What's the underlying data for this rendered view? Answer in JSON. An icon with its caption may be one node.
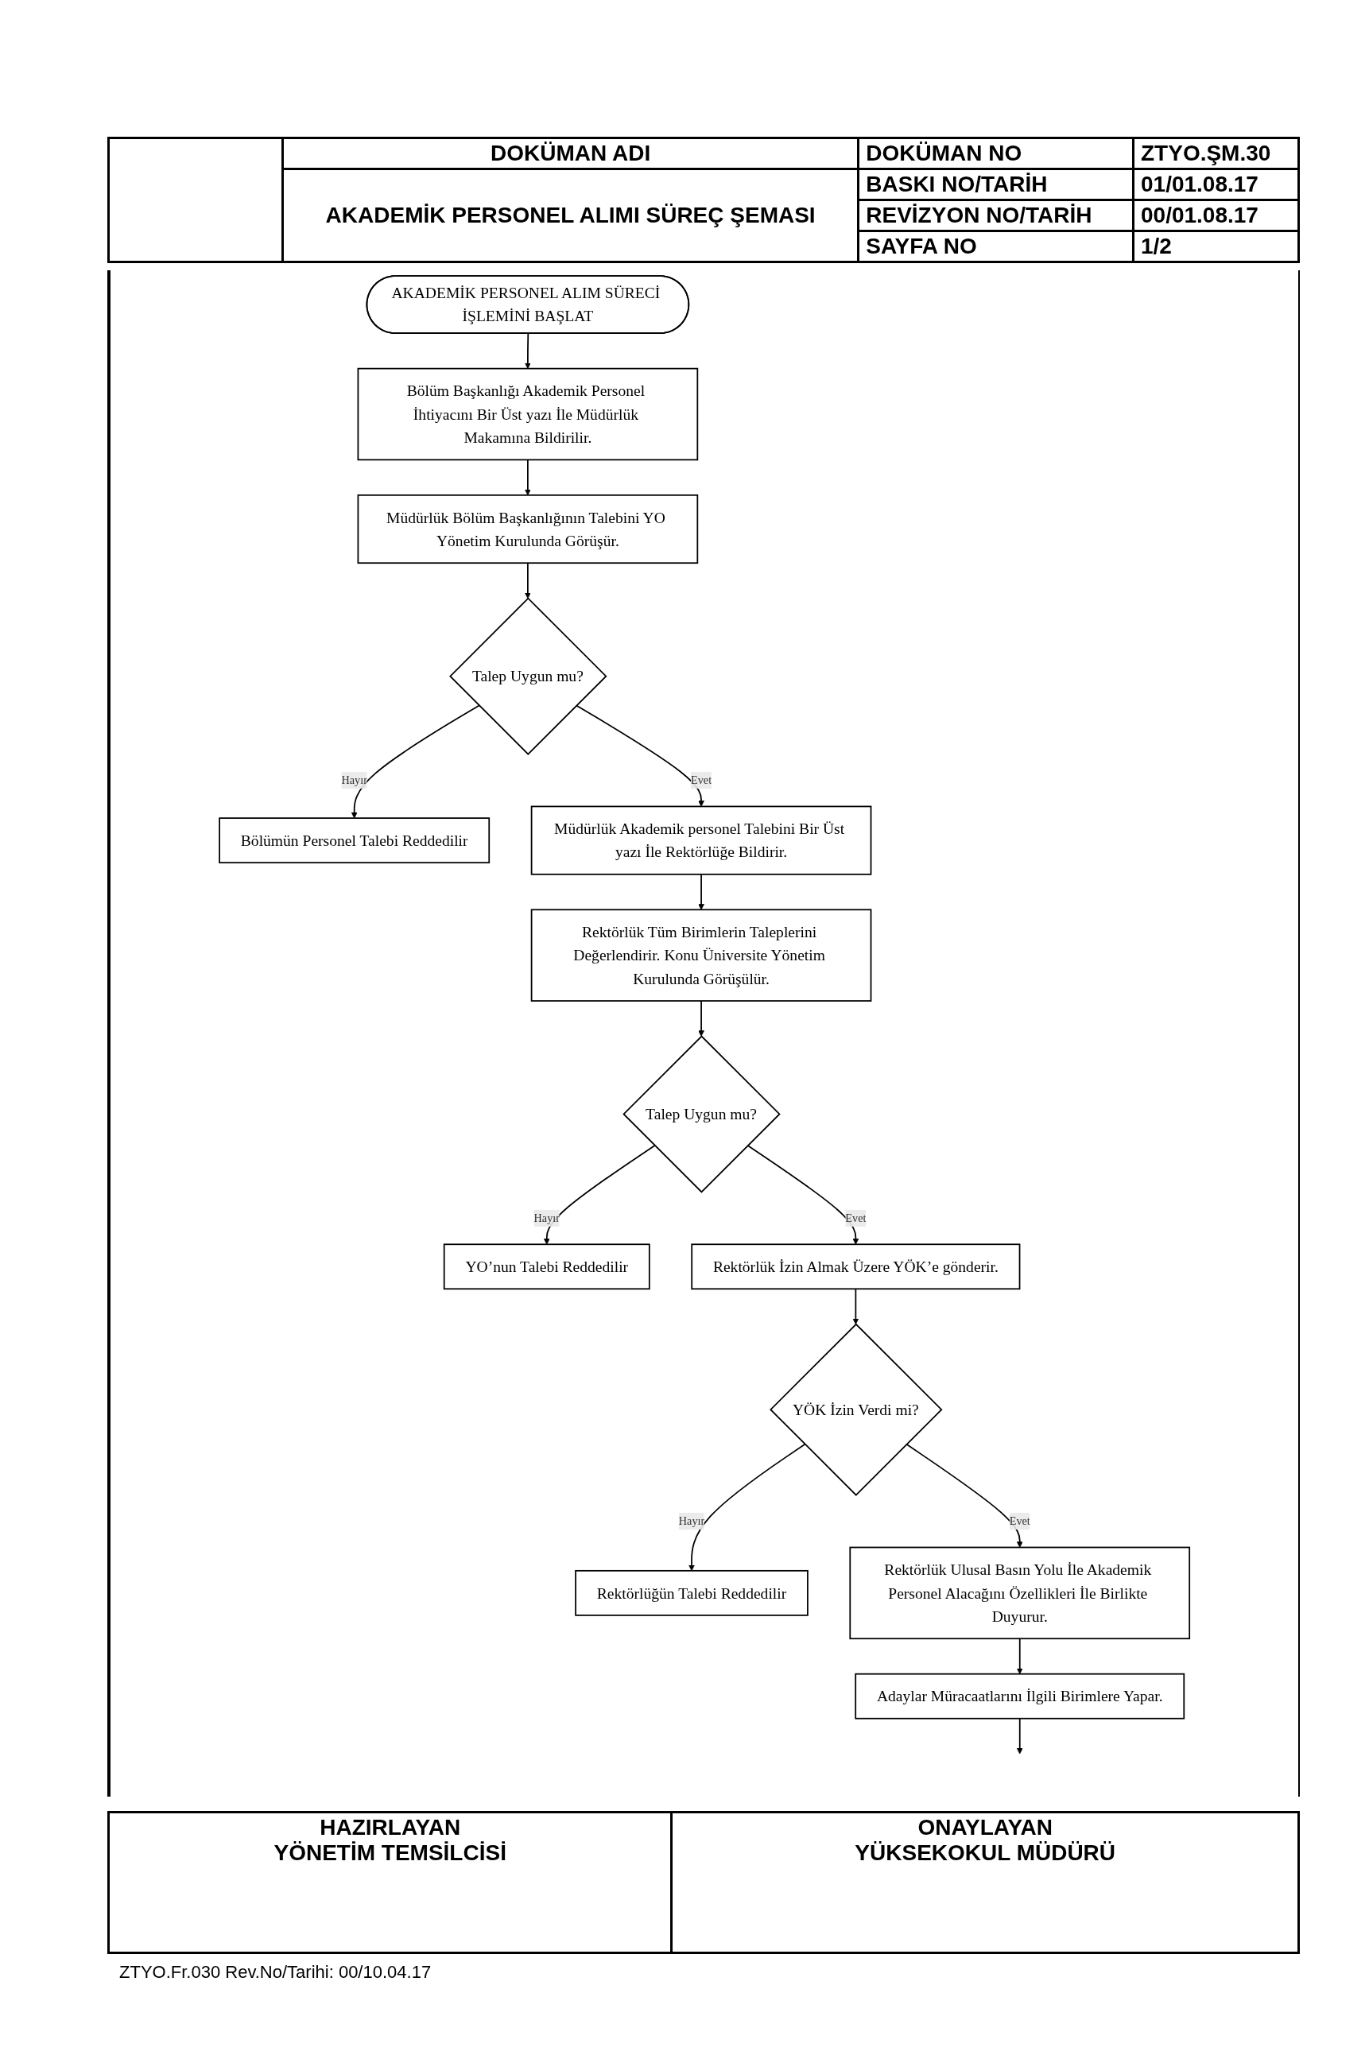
{
  "diagram": {
    "title": "AKADEMİK PERSONEL ALIMI SÜREÇ ŞEMASI",
    "nodes": [
      {
        "text": [
          "AKADEMİK PERSONEL ALIM SÜRECİ İŞLEMİNİ BAŞLAT"
        ]
      },
      {
        "text": [
          "Bölüm Başkanlığı Akademik Personel İhtiyacını Bir Üst yazı İle Müdürlük Makamına Bildirilir."
        ]
      },
      {
        "text": [
          "Müdürlük Bölüm Başkanlığının Talebini YO Yönetim Kurulunda Görüşür."
        ]
      },
      {
        "text": [
          "Talep Uygun mu?"
        ]
      },
      {
        "text": [
          "Bölümün Personel Talebi Reddedilir"
        ]
      },
      {
        "text": [
          "Müdürlük Akademik personel Talebini Bir Üst yazı İle Rektörlüğe Bildirir."
        ]
      },
      {
        "text": [
          "Rektörlük Tüm Birimlerin Taleplerini Değerlendirir. Konu Üniversite Yönetim Kurulunda Görüşülür."
        ]
      },
      {
        "text": [
          "Talep Uygun mu?"
        ]
      },
      {
        "text": [
          "YO’nun Talebi Reddedilir"
        ]
      },
      {
        "text": [
          "Rektörlük İzin Almak Üzere YÖK’e gönderir."
        ]
      },
      {
        "text": [
          "YÖK İzin Verdi mi?"
        ]
      },
      {
        "text": [
          "Rektörlüğün Talebi Reddedilir"
        ]
      },
      {
        "text": [
          "Rektörlük Ulusal Basın Yolu İle Akademik Personel Alacağını Özellikleri İle Birlikte Duyurur."
        ]
      },
      {
        "text": [
          "Adaylar Müracaatlarını İlgili Birimlere Yapar."
        ]
      }
    ],
    "edges": [
      {
        "from": 0,
        "to": 1,
        "arrow": "to"
      },
      {
        "from": 1,
        "to": 2,
        "arrow": "to"
      },
      {
        "from": 2,
        "to": 3,
        "arrow": "to"
      },
      {
        "from": 3,
        "to": 4,
        "arrow": "to",
        "label": "Hayır"
      },
      {
        "from": 3,
        "to": 5,
        "arrow": "to",
        "label": "Evet"
      },
      {
        "from": 5,
        "to": 6,
        "arrow": "to"
      },
      {
        "from": 6,
        "to": 7,
        "arrow": "to"
      },
      {
        "from": 7,
        "to": 8,
        "arrow": "to",
        "label": "Hayır"
      },
      {
        "from": 7,
        "to": 9,
        "arrow": "to",
        "label": "Evet"
      },
      {
        "from": 9,
        "to": 10,
        "arrow": "to"
      },
      {
        "from": 10,
        "to": 11,
        "arrow": "to",
        "label": "Hayır"
      },
      {
        "from": 10,
        "to": 12,
        "arrow": "to",
        "label": "Evet"
      },
      {
        "from": 12,
        "to": 13,
        "arrow": "to"
      },
      {
        "from": 13,
        "to": null,
        "arrow": "to"
      }
    ],
    "labels": [
      "DOKÜMAN ADI",
      "DOKÜMAN NO",
      "ZTYO.ŞM.30",
      "BASKI NO/TARİH",
      "01/01.08.17",
      "REVİZYON NO/TARİH",
      "00/01.08.17",
      "SAYFA NO",
      "1/2",
      "HAZIRLAYAN",
      "ONAYLAYAN",
      "YÖNETİM TEMSİLCİSİ",
      "YÜKSEKOKUL MÜDÜRÜ",
      "ZTYO.Fr.030 Rev.No/Tarihi: 00/10.04.17"
    ]
  }
}
